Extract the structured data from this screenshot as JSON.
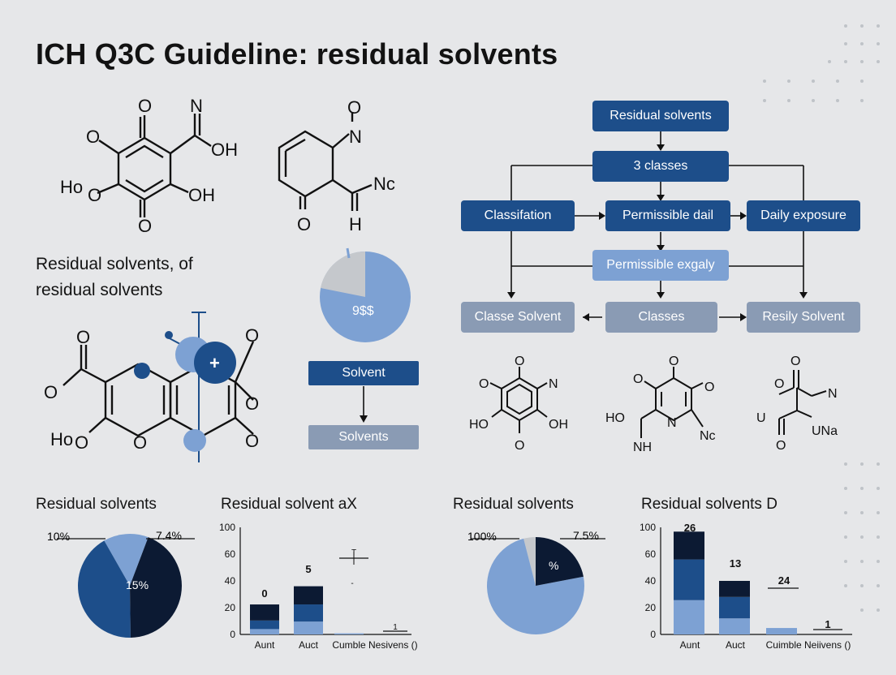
{
  "title": "ICH Q3C Guideline: residual solvents",
  "left_label": {
    "line1": "Residual solvents, of",
    "line2": "residual solvents"
  },
  "molecules": {
    "m1": {
      "o_top": "O",
      "n_top": "N",
      "o_left": "O",
      "oh_right": "OH",
      "ho_left": "Ho",
      "o_left2": "O",
      "oh_right2": "OH",
      "o_bottom": "O"
    },
    "m2": {
      "o_top": "O",
      "n_top": "N",
      "nc": "Nc",
      "o_bottom": "O",
      "h_bottom": "H"
    },
    "m3": {
      "o_tl": "O",
      "o_l": "O",
      "ho": "Ho",
      "o_b1": "O",
      "o_b2": "O",
      "o_tr": "O",
      "o_r": "O",
      "o_br": "O",
      "plus": "+"
    },
    "m4": {
      "o_top": "O",
      "n": "N",
      "o_l": "O",
      "ho": "HO",
      "oh": "OH",
      "o_b": "O"
    },
    "m5": {
      "o_l": "O",
      "o_top": "O",
      "o_r": "O",
      "ho": "HO",
      "n": "N",
      "nc": "Nc",
      "nh": "NH"
    },
    "m6": {
      "o_top": "O",
      "o_l": "O",
      "n": "N",
      "u_l": "U",
      "o_b": "O",
      "una": "UNa"
    }
  },
  "small_pie": {
    "label": "9$$"
  },
  "mini_flow": {
    "top": "Solvent",
    "bottom": "Solvents"
  },
  "flow": {
    "n1": "Residual solvents",
    "n2": "3 classes",
    "n3": "Classifation",
    "n4": "Permissible dail",
    "n5": "Daily exposure",
    "n6": "Permissible exgaly",
    "n7": "Classe Solvent",
    "n8": "Classes",
    "n9": "Resily Solvent"
  },
  "colors": {
    "dark_blue": "#1d4e8a",
    "mid_blue": "#7da1d3",
    "grey_blue": "#8a9bb4",
    "navy": "#0c1a33",
    "light_grey": "#c5c8cc"
  },
  "chart_data": [
    {
      "type": "pie",
      "title": "Residual solvents",
      "labels": [
        "10%",
        "7.4%",
        "15%"
      ],
      "slices": [
        {
          "value": 44,
          "color": "#0c1a33"
        },
        {
          "value": 42,
          "color": "#1d4e8a"
        },
        {
          "value": 14,
          "color": "#7da1d3"
        }
      ]
    },
    {
      "type": "bar",
      "title": "Residual solvent аX",
      "categories": [
        "Aunt",
        "Auct",
        "Cumble Nesivens ()"
      ],
      "ylim": [
        0,
        100
      ],
      "yticks": [
        "100",
        "60",
        "40",
        "20",
        "0"
      ],
      "series": [
        {
          "values": [
            5,
            12,
            1
          ],
          "color": "#7da1d3"
        },
        {
          "values": [
            8,
            16,
            0
          ],
          "color": "#1d4e8a"
        },
        {
          "values": [
            15,
            17,
            0
          ],
          "color": "#0c1a33"
        }
      ],
      "data_labels": [
        "0",
        "5"
      ],
      "annotations": [
        "T",
        "-",
        "1"
      ]
    },
    {
      "type": "pie",
      "title": "Residual solvents",
      "labels": [
        "100%",
        "7.5%",
        "%"
      ],
      "slices": [
        {
          "value": 22,
          "color": "#0c1a33"
        },
        {
          "value": 74,
          "color": "#7da1d3"
        },
        {
          "value": 4,
          "color": "#c5c8cc"
        }
      ]
    },
    {
      "type": "bar",
      "title": "Residual solvents D",
      "categories": [
        "Aunt",
        "Auct",
        "Cuimble Neiivens ()"
      ],
      "ylim": [
        0,
        100
      ],
      "yticks": [
        "100",
        "60",
        "40",
        "20",
        "0"
      ],
      "series": [
        {
          "values": [
            32,
            15,
            6
          ],
          "color": "#7da1d3"
        },
        {
          "values": [
            38,
            20,
            0
          ],
          "color": "#1d4e8a"
        },
        {
          "values": [
            26,
            15,
            0
          ],
          "color": "#0c1a33"
        }
      ],
      "data_labels": [
        "26",
        "13",
        "24",
        "1"
      ]
    }
  ]
}
